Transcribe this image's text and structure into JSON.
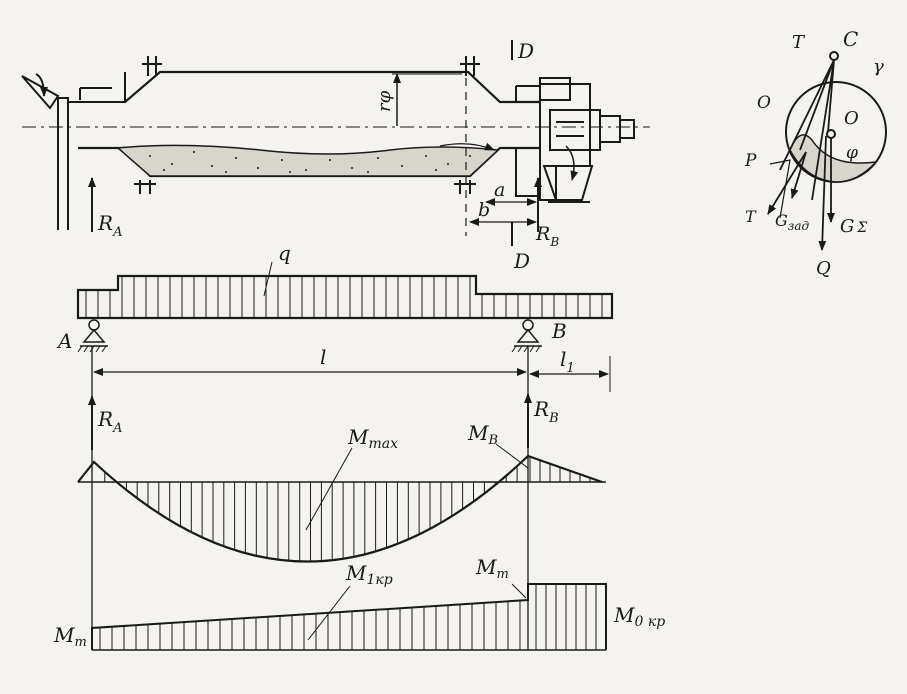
{
  "labels": {
    "ra_top": "R",
    "ra_top_sub": "A",
    "rb_top": "R",
    "rb_top_sub": "B",
    "d_top": "D",
    "d_bottom": "D",
    "r_phi": "rφ",
    "a": "a",
    "b": "b",
    "q": "q",
    "A": "A",
    "B": "B",
    "l": "l",
    "l1": "l",
    "l1_sub": "1",
    "ra_mid": "R",
    "ra_mid_sub": "A",
    "rb_mid": "R",
    "rb_mid_sub": "B",
    "mmax": "M",
    "mmax_sub": "max",
    "mb": "M",
    "mb_sub": "B",
    "m1kr": "M",
    "m1kr_sub": "1кр",
    "mm_right": "M",
    "mm_right_sub": "m",
    "mm_left": "M",
    "mm_left_sub": "m",
    "m0kr": "M",
    "m0kr_sub": "0 кр"
  },
  "cross_section": {
    "T_top": "T",
    "C": "C",
    "gamma": "γ",
    "O_left": "O",
    "O_right": "O",
    "P": "P",
    "phi": "φ",
    "T_bottom": "T",
    "G_zad": "G",
    "G_zad_sub": "зад",
    "G_sigma": "G",
    "G_sigma_sub": "Σ",
    "Q": "Q"
  }
}
